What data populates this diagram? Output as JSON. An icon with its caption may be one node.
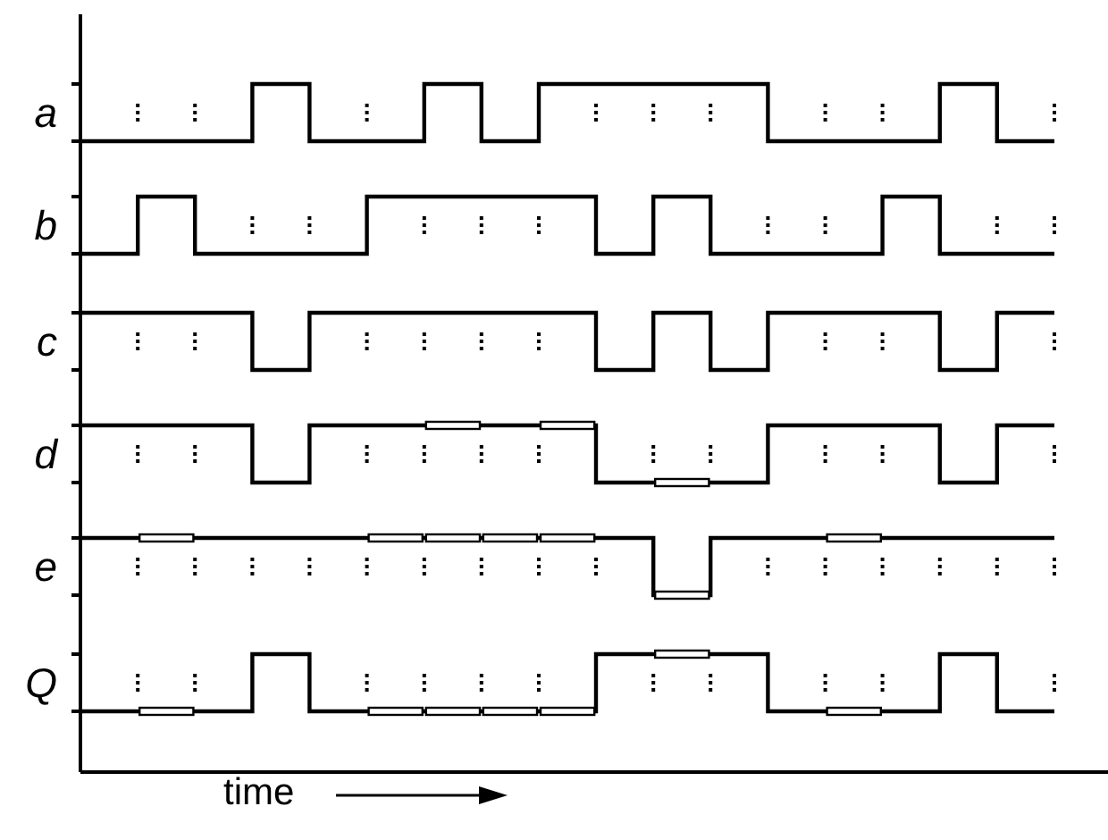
{
  "diagram": {
    "labels": [
      "a",
      "b",
      "c",
      "d",
      "e",
      "Q",
      "time"
    ]
  }
}
